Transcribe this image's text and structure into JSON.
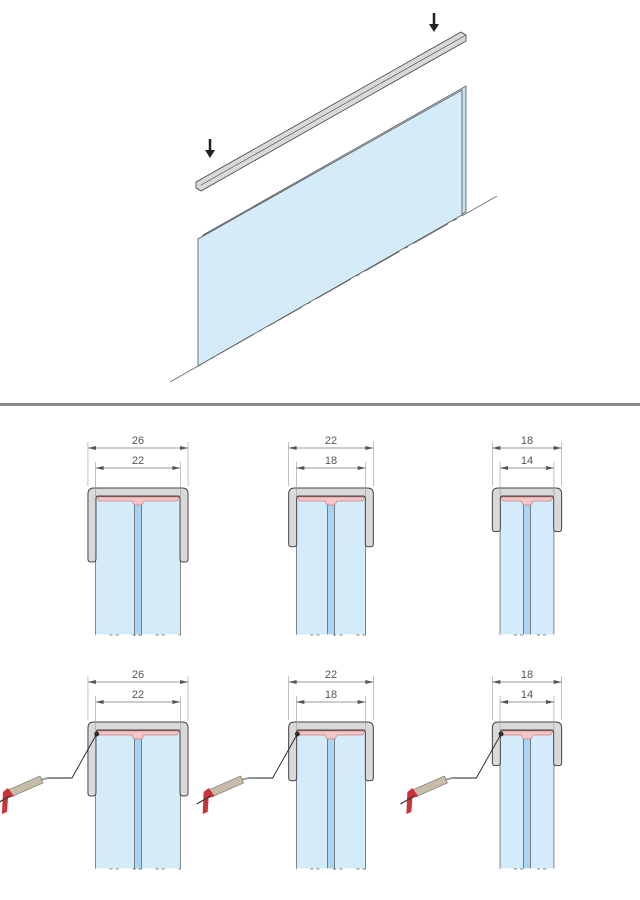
{
  "colors": {
    "glass": "#d4ebfa",
    "glass_edge": "#555555",
    "profile": "#d9d9d9",
    "profile_stroke": "#444444",
    "gasket": "#f5c6c6",
    "core": "#a9d4f2",
    "separator": "#888888",
    "gun_red": "#c9343a",
    "gun_tube": "#c8bca8"
  },
  "installation_view": {
    "arrows": [
      "down-arrow",
      "down-arrow"
    ]
  },
  "profiles": [
    {
      "outer": "26",
      "inner": "22",
      "sealant": false
    },
    {
      "outer": "22",
      "inner": "18",
      "sealant": false
    },
    {
      "outer": "18",
      "inner": "14",
      "sealant": false
    },
    {
      "outer": "26",
      "inner": "22",
      "sealant": true
    },
    {
      "outer": "22",
      "inner": "18",
      "sealant": true
    },
    {
      "outer": "18",
      "inner": "14",
      "sealant": true
    }
  ]
}
